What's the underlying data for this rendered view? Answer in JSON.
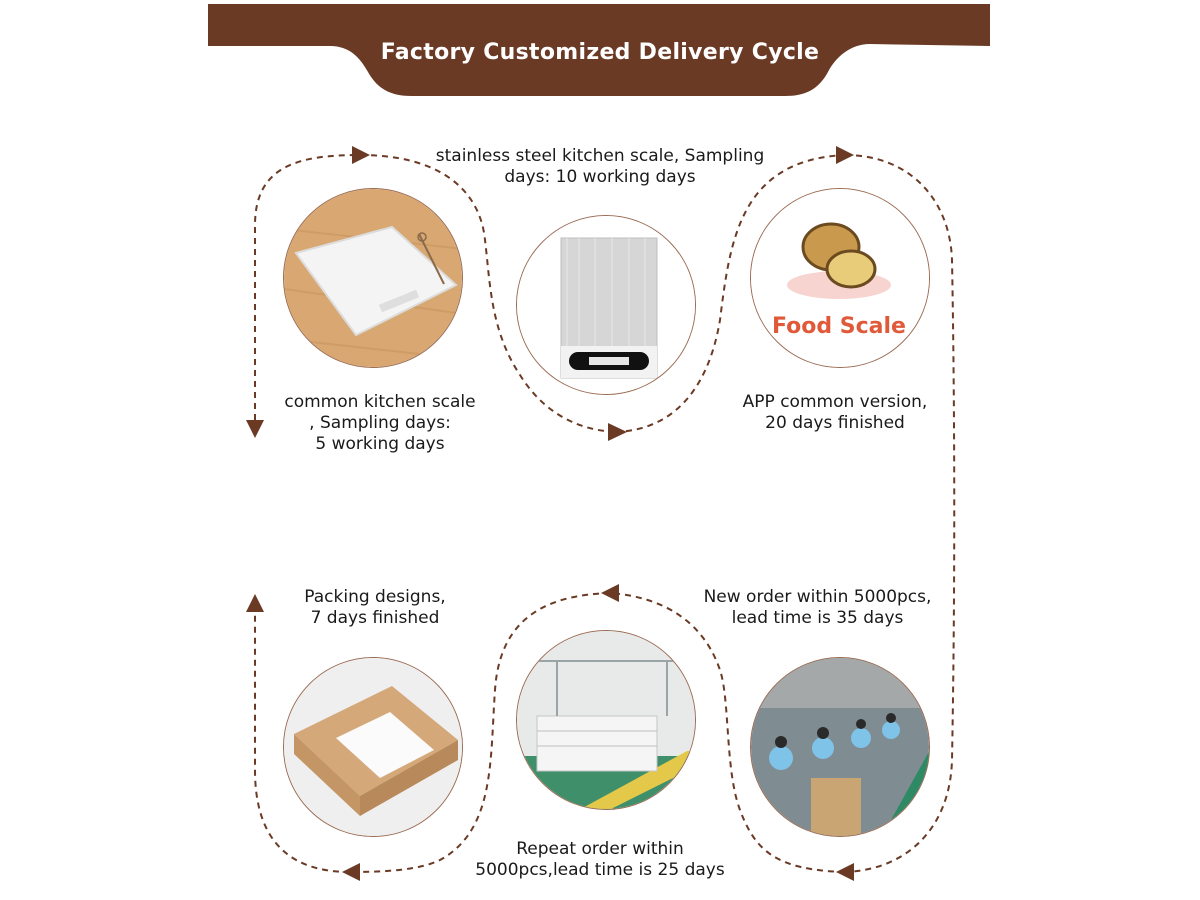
{
  "header": {
    "title": "Factory Customized Delivery Cycle",
    "color": "#6b3a25"
  },
  "flow_color": "#6b3a25",
  "steps": [
    {
      "label": "common kitchen scale\n, Sampling days:\n5 working days",
      "image": "white-kitchen-scale"
    },
    {
      "label": "stainless steel kitchen scale, Sampling\ndays: 10 working days",
      "image": "stainless-steel-scale"
    },
    {
      "label": "APP common version,\n20 days finished",
      "image": "food-scale-app-logo",
      "image_text": "Food Scale"
    },
    {
      "label": "New order within 5000pcs,\nlead time is 35 days",
      "image": "factory-workers"
    },
    {
      "label": "Repeat order within\n5000pcs,lead time is 25 days",
      "image": "production-line"
    },
    {
      "label": "Packing designs,\n7 days finished",
      "image": "kraft-packing-box"
    }
  ]
}
